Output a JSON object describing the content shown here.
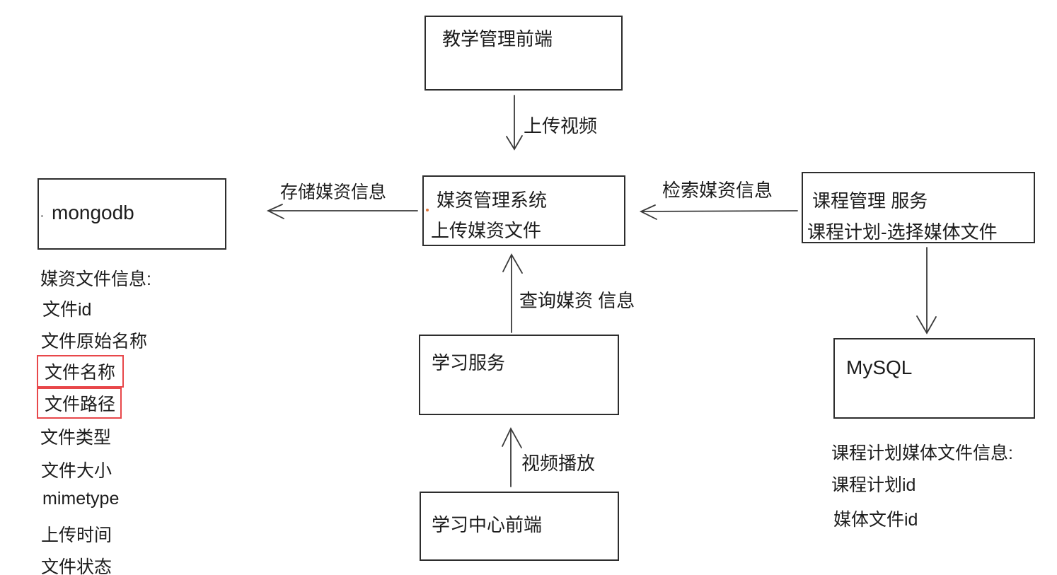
{
  "diagram": {
    "nodes": {
      "teaching_frontend": {
        "label": "教学管理前端"
      },
      "media_system": {
        "line1": "媒资管理系统",
        "line2": "上传媒资文件"
      },
      "mongodb": {
        "label": "mongodb"
      },
      "course_service": {
        "line1": "课程管理 服务",
        "line2": "课程计划-选择媒体文件"
      },
      "learning_service": {
        "label": "学习服务"
      },
      "learning_center_frontend": {
        "label": "学习中心前端"
      },
      "mysql": {
        "label": "MySQL"
      }
    },
    "edges": {
      "upload_video": {
        "label": "上传视频"
      },
      "store_media_info": {
        "label": "存储媒资信息"
      },
      "search_media_info": {
        "label": "检索媒资信息"
      },
      "query_media_info": {
        "label": "查询媒资 信息"
      },
      "video_play": {
        "label": "视频播放"
      }
    },
    "mongodb_fields": {
      "title": "媒资文件信息:",
      "items": [
        "文件id",
        "文件原始名称",
        "文件名称",
        "文件路径",
        "文件类型",
        "文件大小",
        "mimetype",
        "上传时间",
        "文件状态"
      ],
      "highlighted_items": [
        "文件名称",
        "文件路径"
      ]
    },
    "mysql_fields": {
      "title": "课程计划媒体文件信息:",
      "items": [
        "课程计划id",
        "媒体文件id"
      ]
    },
    "colors": {
      "line": "#3a3a3a",
      "box_border": "#2d2d2d",
      "highlight_red": "#e8474a",
      "background": "#ffffff"
    }
  }
}
